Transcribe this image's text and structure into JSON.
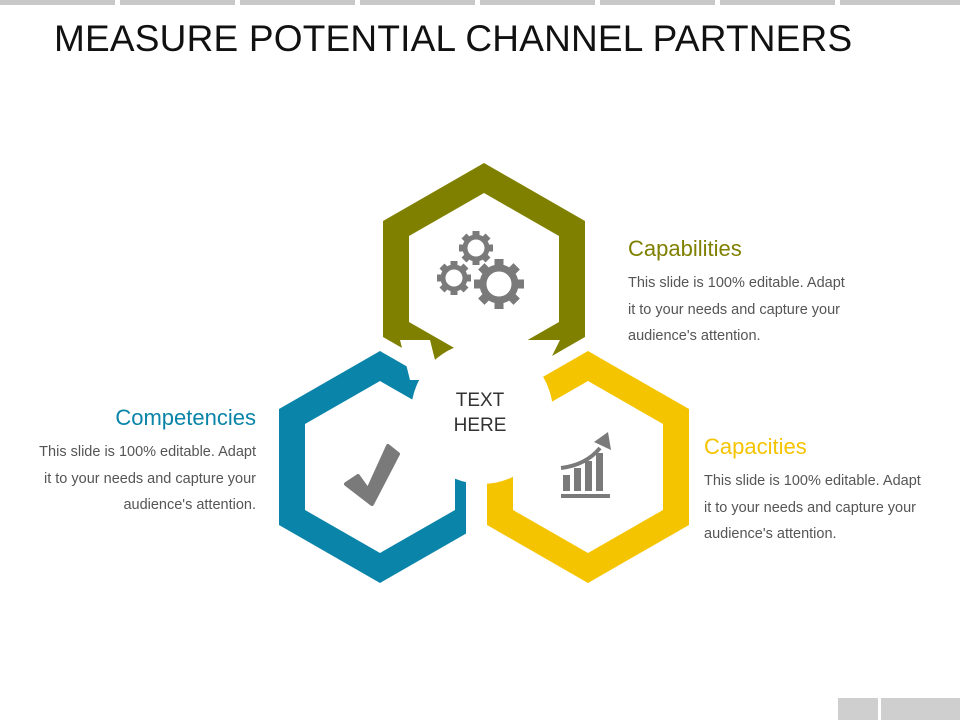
{
  "title": "MEASURE POTENTIAL CHANNEL PARTNERS",
  "center_label": {
    "line1": "TEXT",
    "line2": "HERE"
  },
  "colors": {
    "olive": "#808000",
    "teal": "#0a84a8",
    "yellow": "#f5c400",
    "icon_gray": "#7a7a7a",
    "strip_gray": "#c8c8c8"
  },
  "icons": [
    "gears-icon",
    "checkmark-icon",
    "growth-chart-icon"
  ],
  "sections": {
    "capabilities": {
      "heading": "Capabilities",
      "lines": [
        "This slide is 100% editable. Adapt",
        "it to your needs and capture your",
        "audience's attention."
      ]
    },
    "competencies": {
      "heading": "Competencies",
      "lines": [
        "This slide is 100% editable. Adapt",
        "it to your needs and capture your",
        "audience's attention."
      ]
    },
    "capacities": {
      "heading": "Capacities",
      "lines": [
        "This slide is 100% editable. Adapt",
        "it to your needs and capture your",
        "audience's attention."
      ]
    }
  }
}
